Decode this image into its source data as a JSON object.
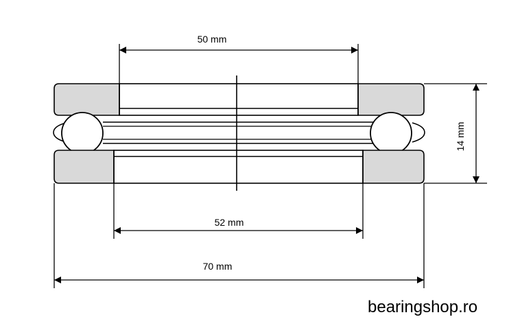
{
  "dimensions": {
    "inner_top": "50 mm",
    "inner_bottom": "52 mm",
    "outer": "70 mm",
    "height": "14 mm"
  },
  "brand": "bearingshop.ro",
  "colors": {
    "ring_fill": "#d9d9d9",
    "line": "#000000",
    "ball_fill": "#ffffff"
  }
}
